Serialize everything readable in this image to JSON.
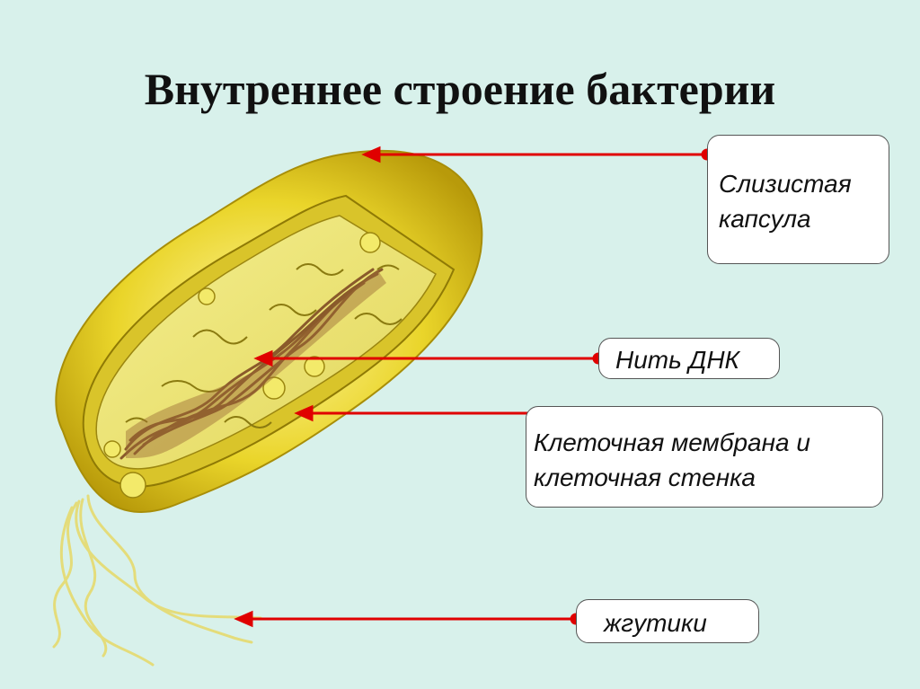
{
  "title": "Внутреннее строение бактерии",
  "labels": {
    "capsule_line1": "Слизистая",
    "capsule_line2": "капсула",
    "dna": "Нить ДНК",
    "membrane_line1": "Клеточная мембрана и",
    "membrane_line2": "клеточная стенка",
    "flagella": "жгутики"
  },
  "colors": {
    "background": "#d8f1eb",
    "arrow": "#e00000",
    "capsule": "#e6d21e",
    "dna": "#8a5a2b"
  }
}
